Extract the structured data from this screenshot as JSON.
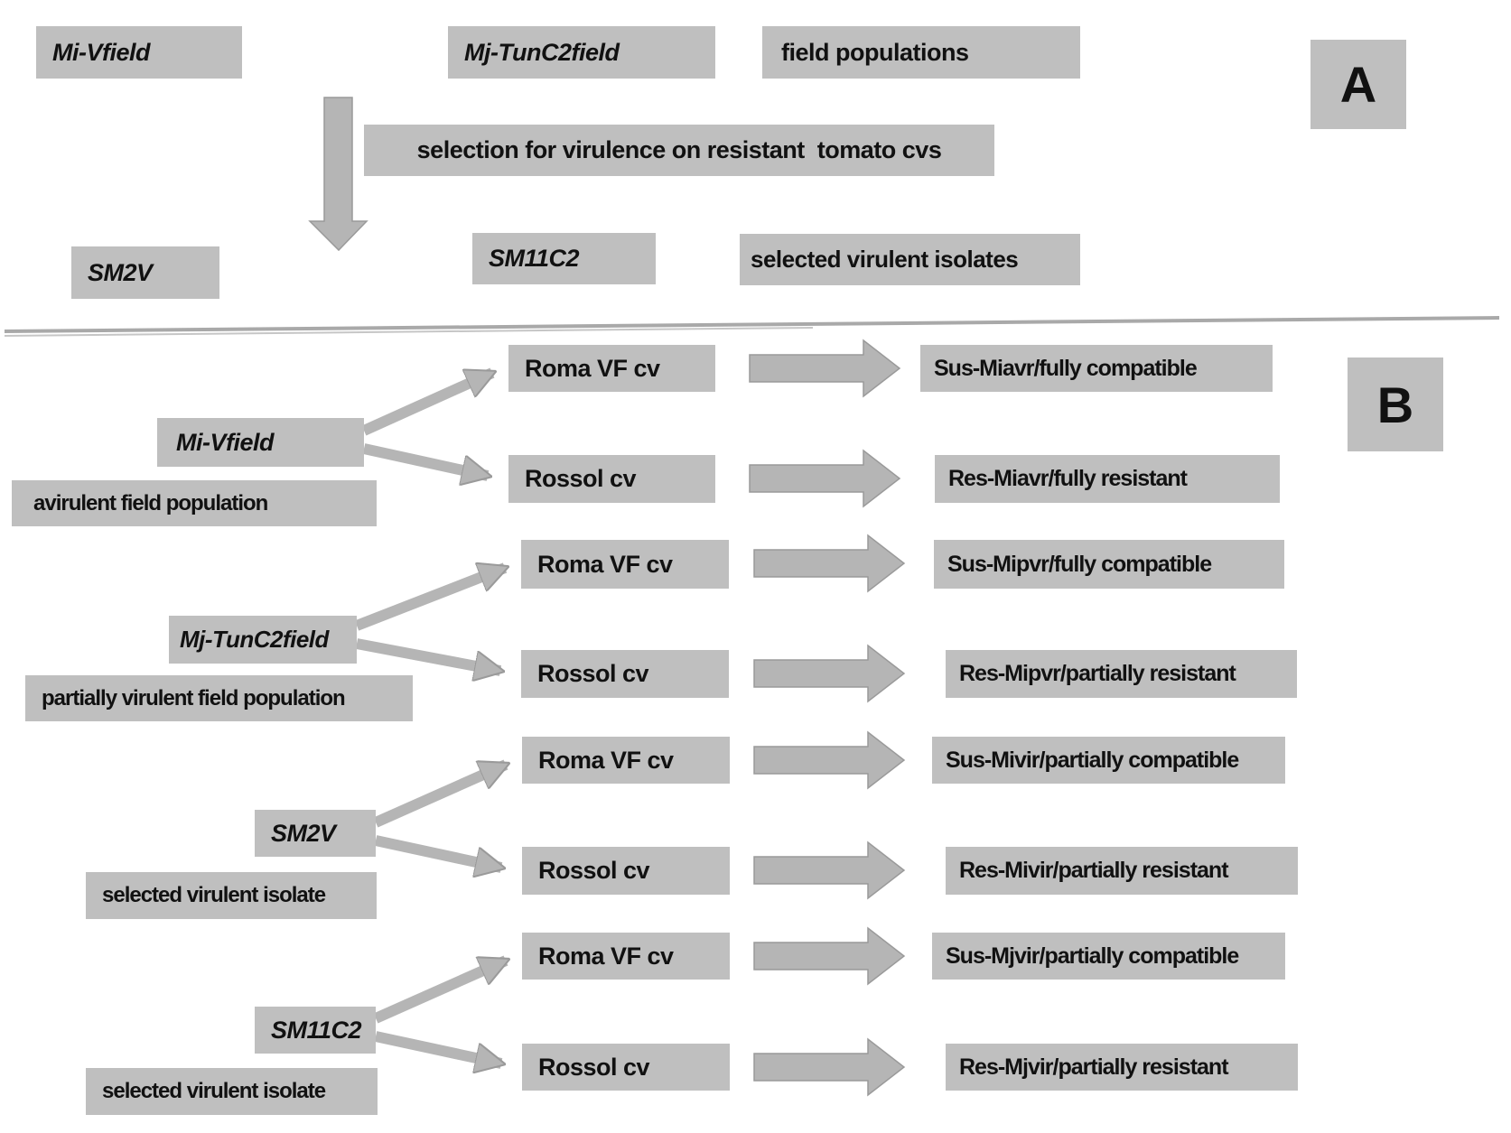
{
  "panel_a": {
    "label": "A",
    "mi_vfield": "Mi-Vfield",
    "mj_tunc2field": "Mj-TunC2field",
    "field_populations": "field populations",
    "selection_note": "selection for virulence on resistant  tomato cvs",
    "sm2v": "SM2V",
    "sm11c2": "SM11C2",
    "selected_virulent_isolates": "selected virulent isolates"
  },
  "panel_b": {
    "label": "B",
    "groups": [
      {
        "source": "Mi-Vfield",
        "caption": "avirulent field population",
        "rows": [
          {
            "cultivar": "Roma VF cv",
            "outcome": "Sus-Miavr/fully compatible"
          },
          {
            "cultivar": "Rossol cv",
            "outcome": "Res-Miavr/fully resistant"
          }
        ]
      },
      {
        "source": "Mj-TunC2field",
        "caption": "partially virulent field population",
        "rows": [
          {
            "cultivar": "Roma VF cv",
            "outcome": "Sus-Mipvr/fully compatible"
          },
          {
            "cultivar": "Rossol cv",
            "outcome": "Res-Mipvr/partially resistant"
          }
        ]
      },
      {
        "source": "SM2V",
        "caption": "selected virulent isolate",
        "rows": [
          {
            "cultivar": "Roma VF cv",
            "outcome": "Sus-Mivir/partially compatible"
          },
          {
            "cultivar": "Rossol cv",
            "outcome": "Res-Mivir/partially resistant"
          }
        ]
      },
      {
        "source": "SM11C2",
        "caption": "selected virulent isolate",
        "rows": [
          {
            "cultivar": "Roma VF cv",
            "outcome": "Sus-Mjvir/partially compatible"
          },
          {
            "cultivar": "Rossol cv",
            "outcome": "Res-Mjvir/partially resistant"
          }
        ]
      }
    ]
  },
  "icons": {
    "down_arrow": "down-arrow",
    "diagonal_arrow": "diagonal-right-arrow",
    "flow_arrow": "right-arrow"
  },
  "colors": {
    "background": "#ffffff",
    "box_fill": "#bfbfbf",
    "arrow_fill": "#b5b5b5",
    "arrow_edge": "#9a9a9a",
    "divider": "#a9a9a9",
    "text": "#111111"
  }
}
